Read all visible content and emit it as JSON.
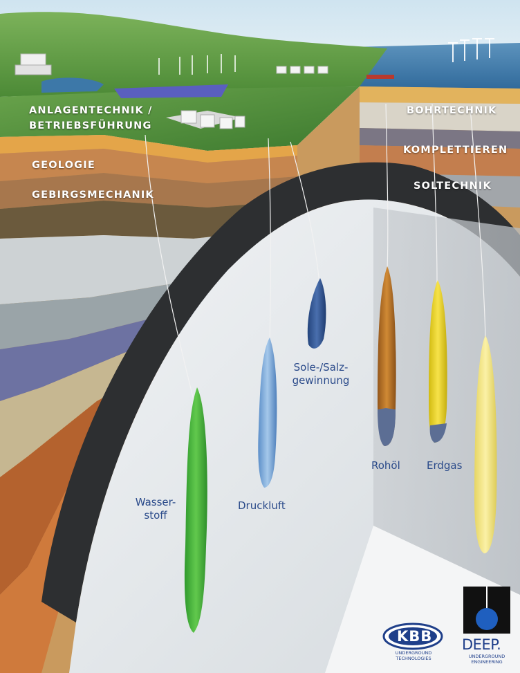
{
  "labels": {
    "anlagentechnik_line1": "ANLAGENTECHNIK /",
    "anlagentechnik_line2": "BETRIEBSFÜHRUNG",
    "geologie": "GEOLOGIE",
    "gebirgsmechanik": "GEBIRGSMECHANIK",
    "bohrtechnik": "BOHRTECHNIK",
    "komplettieren": "KOMPLETTIEREN",
    "soltechnik": "SOLTECHNIK"
  },
  "caverns": [
    {
      "id": "wasserstoff",
      "label_line1": "Wasser-",
      "label_line2": "stoff",
      "color": "#3fb63a"
    },
    {
      "id": "druckluft",
      "label_line1": "Druckluft",
      "label_line2": "",
      "color": "#7aa9d8"
    },
    {
      "id": "sole",
      "label_line1": "Sole-/Salz-",
      "label_line2": "gewinnung",
      "color": "#2f5597"
    },
    {
      "id": "rohoel",
      "label_line1": "Rohöl",
      "label_line2": "",
      "color": "#b5701f"
    },
    {
      "id": "erdgas",
      "label_line1": "Erdgas",
      "label_line2": "",
      "color": "#e8d21d"
    },
    {
      "id": "yellow-right",
      "label_line1": "",
      "label_line2": "",
      "color": "#f2e47a"
    }
  ],
  "logos": {
    "kbb_name": "KBB",
    "kbb_sub1": "UNDERGROUND",
    "kbb_sub2": "TECHNOLOGIES",
    "deep_name": "DEEP.",
    "deep_sub1": "UNDERGROUND",
    "deep_sub2": "ENGINEERING"
  },
  "colors": {
    "label_white": "#ffffff",
    "label_blue": "#2a4a8a",
    "salt": "#e8ecef",
    "sky": "#cfe3ef",
    "sea": "#3a77a8",
    "grass": "#4f8f3a"
  }
}
